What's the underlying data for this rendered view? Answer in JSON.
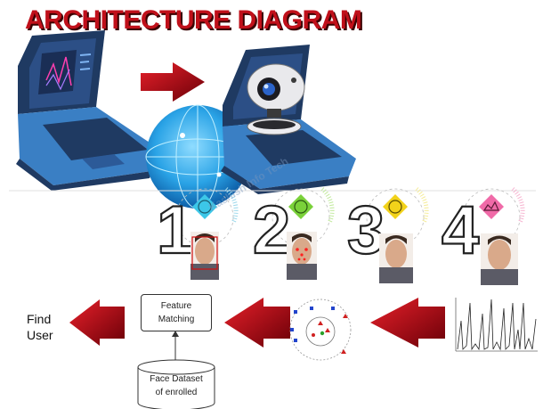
{
  "title": "ARCHITECTURE DIAGRAM",
  "steps": [
    {
      "number": "1",
      "icon": "face-outline-icon",
      "color": "#3cc7e8"
    },
    {
      "number": "2",
      "icon": "face-landmarks-icon",
      "color": "#7ad13a"
    },
    {
      "number": "3",
      "icon": "face-scan-icon",
      "color": "#f2d21a"
    },
    {
      "number": "4",
      "icon": "face-match-icon",
      "color": "#f06aa8"
    }
  ],
  "watermark": "Kashish Info Tech",
  "feature_matching_label": "Feature Matching",
  "face_dataset_label": "Face Dataset of enrolled",
  "find_user_label": "Find User",
  "colors": {
    "title": "#c0101a",
    "arrow": "#c0101a",
    "laptop_blue": "#3a7fc4",
    "laptop_dark": "#1f3a62",
    "globe": "#29a7e8"
  }
}
